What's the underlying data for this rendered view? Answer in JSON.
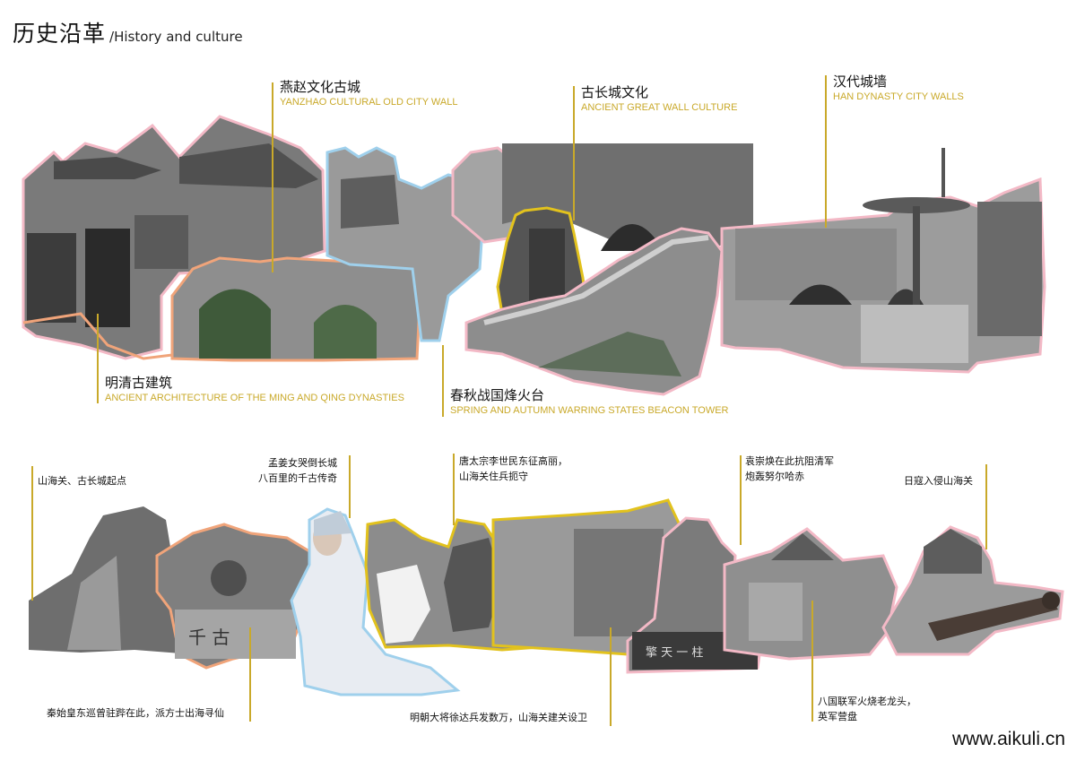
{
  "header": {
    "title_zh": "历史沿革",
    "title_en": "/History and culture"
  },
  "top_labels": {
    "yanzhao": {
      "zh": "燕赵文化古城",
      "en": "YANZHAO CULTURAL OLD CITY WALL"
    },
    "great_wall": {
      "zh": "古长城文化",
      "en": "ANCIENT GREAT WALL CULTURE"
    },
    "han": {
      "zh": "汉代城墙",
      "en": "HAN DYNASTY CITY WALLS"
    },
    "ming_qing": {
      "zh": "明清古建筑",
      "en": "ANCIENT ARCHITECTURE OF THE MING AND QING DYNASTIES"
    },
    "beacon": {
      "zh": "春秋战国烽火台",
      "en": "SPRING AND AUTUMN WARRING STATES BEACON TOWER"
    }
  },
  "events": {
    "shanhaiguan": "山海关、古长城起点",
    "mengjiang_1": "孟姜女哭倒长城",
    "mengjiang_2": "八百里的千古传奇",
    "tang_1": "唐太宗李世民东征高丽，",
    "tang_2": "山海关住兵扼守",
    "yuan_1": "袁崇焕在此抗阻清军",
    "yuan_2": "炮轰努尔哈赤",
    "japan": "日寇入侵山海关",
    "qin": "秦始皇东巡曾驻跸在此，派方士出海寻仙",
    "ming": "明朝大将徐达兵发数万，山海关建关设卫",
    "allied_1": "八国联军火烧老龙头，",
    "allied_2": "英军营盘"
  },
  "stone_inscription": "千 古",
  "monument_inscription": "擎 天 一 柱",
  "watermark": "www.aikuli.cn",
  "colors": {
    "accent": "#c9a92a",
    "outline_orange": "#f0a47a",
    "outline_pink": "#f3b9c6",
    "outline_blue": "#9fd0ec",
    "outline_yellow": "#e2c21d"
  }
}
